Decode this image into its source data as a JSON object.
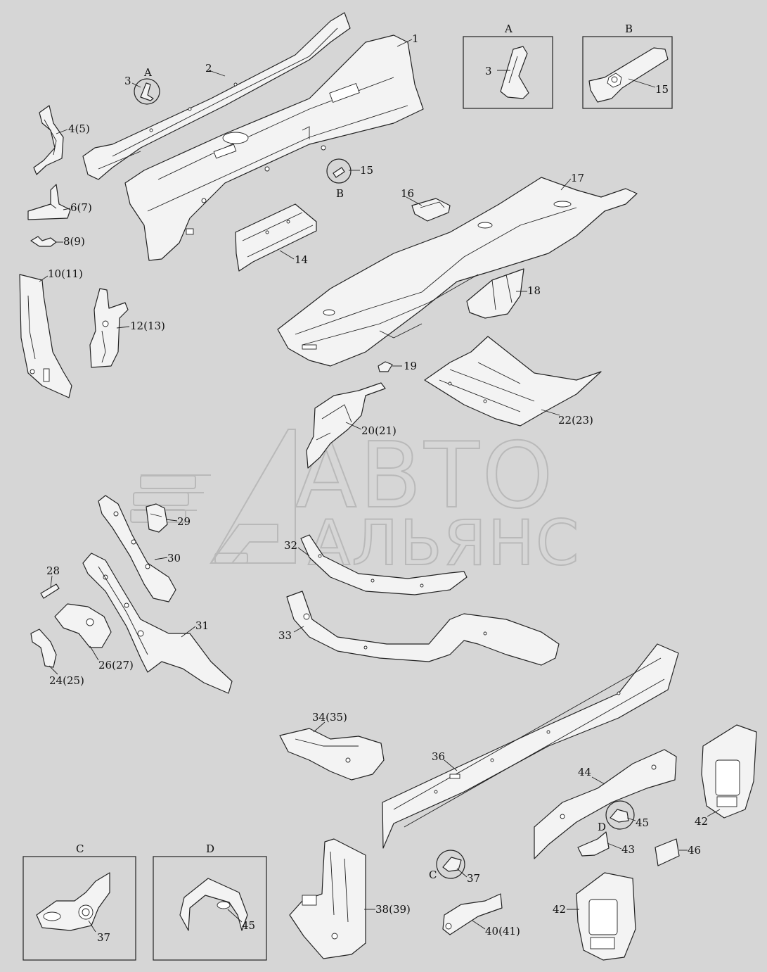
{
  "watermark": {
    "line1": "АВТО",
    "line2": "АЛЬЯНС"
  },
  "labels": {
    "p1": "1",
    "p2": "2",
    "p3": "3",
    "p4": "4(5)",
    "p6": "6(7)",
    "p8": "8(9)",
    "p10": "10(11)",
    "p12": "12(13)",
    "p14": "14",
    "p15": "15",
    "p16": "16",
    "p17": "17",
    "p18": "18",
    "p19": "19",
    "p20": "20(21)",
    "p22": "22(23)",
    "p24": "24(25)",
    "p26": "26(27)",
    "p28": "28",
    "p29": "29",
    "p30": "30",
    "p31": "31",
    "p32": "32",
    "p33": "33",
    "p34": "34(35)",
    "p36": "36",
    "p37": "37",
    "p38": "38(39)",
    "p40": "40(41)",
    "p42": "42",
    "p43": "43",
    "p44": "44",
    "p45": "45",
    "p46": "46"
  },
  "view_letters": {
    "a": "A",
    "b": "B",
    "c": "C",
    "d": "D"
  },
  "detail_boxes": {
    "a": {
      "title": "A",
      "part": "3"
    },
    "b": {
      "title": "B",
      "part": "15"
    },
    "c": {
      "title": "C",
      "part": "37"
    },
    "d": {
      "title": "D",
      "part": "45"
    }
  }
}
